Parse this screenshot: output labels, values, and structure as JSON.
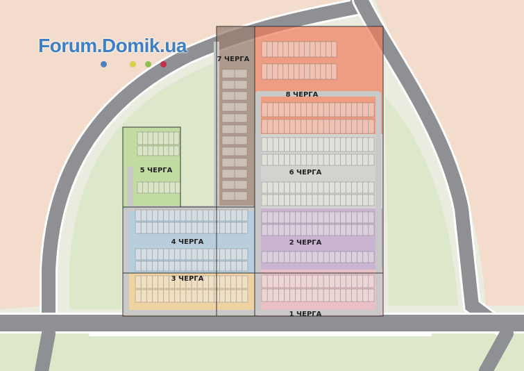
{
  "watermark": {
    "text": "Forum.Domik.ua"
  },
  "phases": [
    {
      "id": "phase-1",
      "label": "1 ЧЕРГА",
      "color": "#e7a3b4"
    },
    {
      "id": "phase-2",
      "label": "2 ЧЕРГА",
      "color": "#b48fc9"
    },
    {
      "id": "phase-3",
      "label": "3 ЧЕРГА",
      "color": "#f2c27a"
    },
    {
      "id": "phase-4",
      "label": "4 ЧЕРГА",
      "color": "#8fb7d8"
    },
    {
      "id": "phase-5",
      "label": "5 ЧЕРГА",
      "color": "#a9cf82"
    },
    {
      "id": "phase-6",
      "label": "6 ЧЕРГА",
      "color": "#bfbfbf"
    },
    {
      "id": "phase-7",
      "label": "7 ЧЕРГА",
      "color": "#9a7f72"
    },
    {
      "id": "phase-8",
      "label": "8 ЧЕРГА",
      "color": "#f07a5a"
    }
  ],
  "colors": {
    "background": "#e9ecdf",
    "road": "#8e9094",
    "road_edge": "#ffffff",
    "outer_band": "#f3dccb",
    "inner_lawn": "#dde8cb",
    "house_row": "#f5f0ea",
    "dot_blue": "#4a7fc0",
    "dot_yellow": "#d9d04a",
    "dot_green": "#8fc04a",
    "dot_red": "#c0304a"
  }
}
